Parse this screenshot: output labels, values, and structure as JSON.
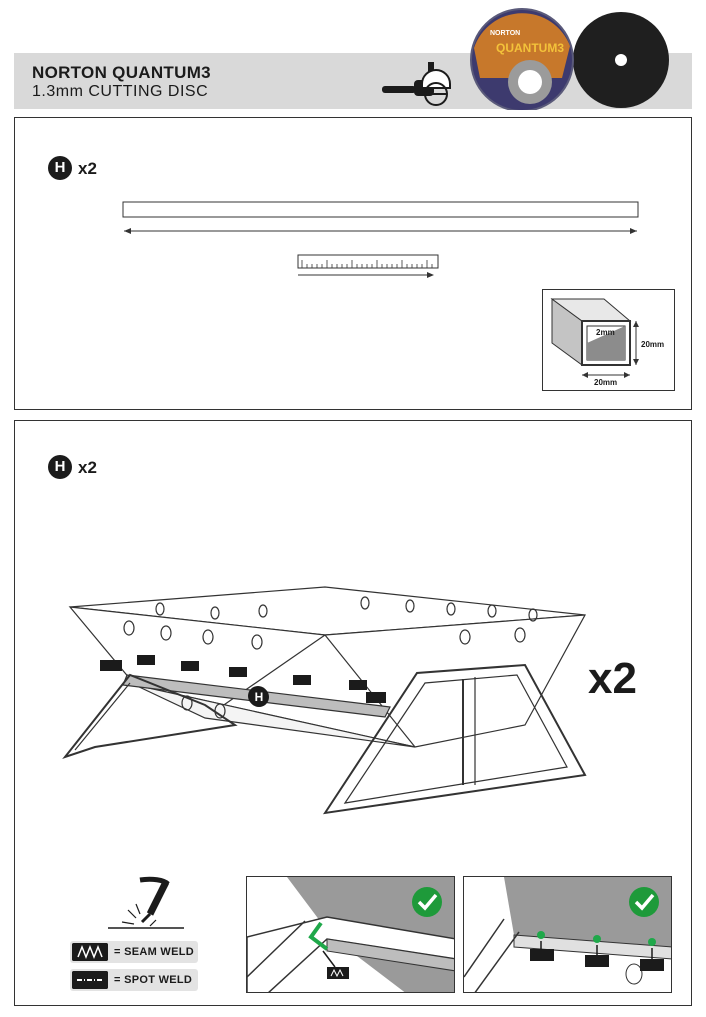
{
  "header": {
    "product_name": "NORTON QUANTUM3",
    "product_desc": "1.3mm CUTTING DISC",
    "disc_brand": "NORTON",
    "disc_product": "QUANTUM3"
  },
  "step_1": {
    "part_label": "H",
    "quantity": "x2",
    "tube_profile": {
      "wall": "2mm",
      "height": "20mm",
      "width": "20mm"
    }
  },
  "step_2": {
    "part_label": "H",
    "quantity": "x2",
    "assembly_part_label": "H",
    "assembly_quantity": "x2"
  },
  "legend": {
    "seam_weld": "= SEAM WELD",
    "spot_weld": "= SPOT WELD"
  },
  "colors": {
    "header_band": "#d9d9d9",
    "ink": "#1b1b1b",
    "check_green": "#1e9a3a",
    "weld_green": "#1fa84a",
    "steel_grey": "#9a9a9a"
  }
}
